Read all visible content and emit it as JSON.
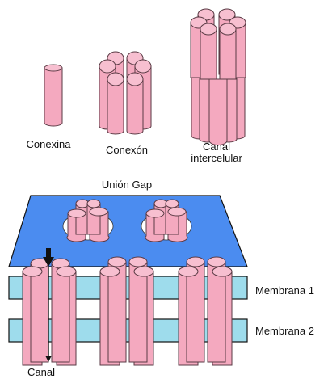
{
  "labels": {
    "connexin": "Conexina",
    "connexon": "Conexón",
    "channel_line1": "Canal",
    "channel_line2": "intercelular",
    "gap_junction": "Unión Gap",
    "membrane1": "Membrana 1",
    "membrane2": "Membrana  2",
    "channel_bottom": "Canal"
  },
  "colors": {
    "tube": "#f4a9bf",
    "tube_stroke": "#5a3a44",
    "plate_top": "#4b8cf0",
    "membrane": "#9edcec",
    "outline": "#111111"
  }
}
